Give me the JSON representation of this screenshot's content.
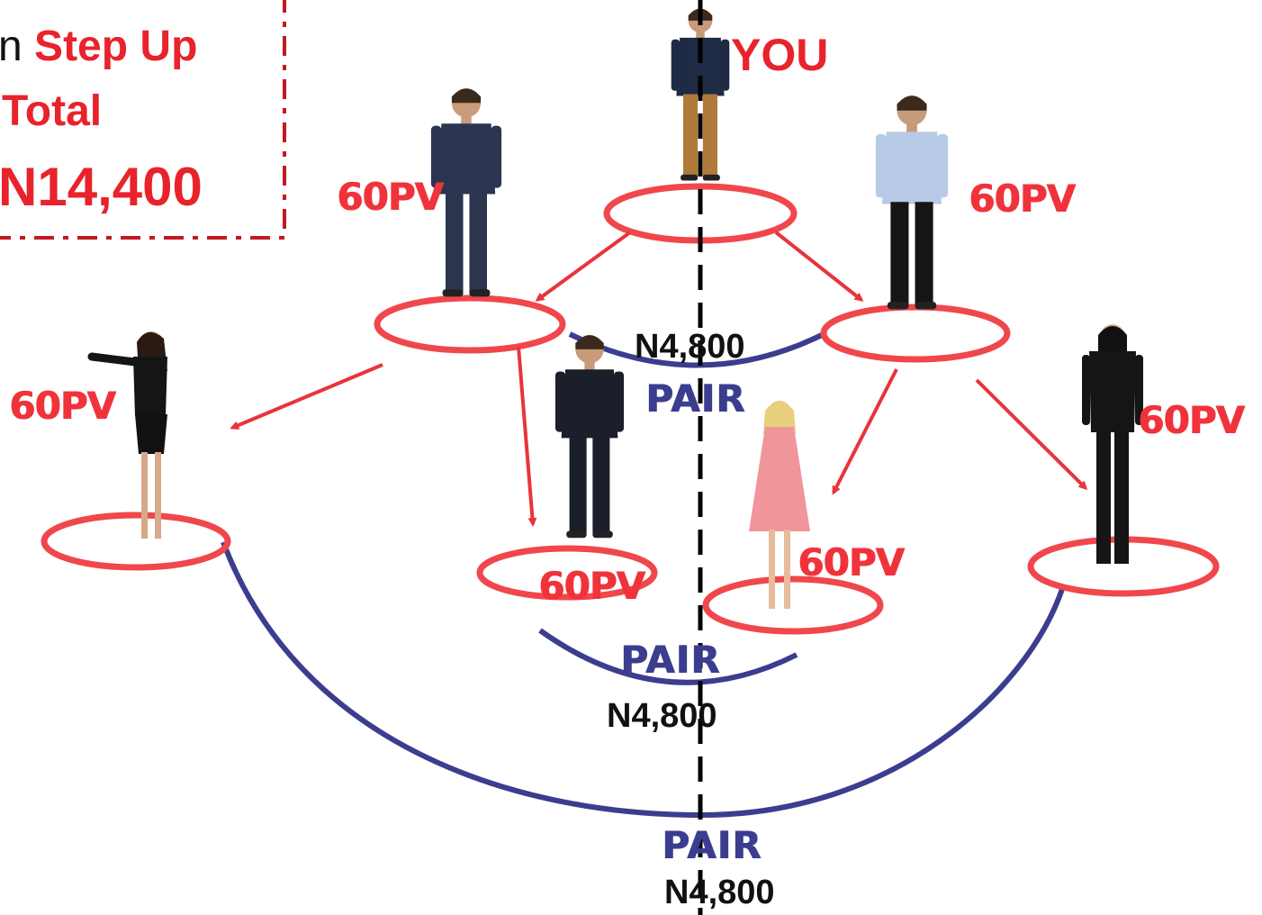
{
  "info_box": {
    "line1_prefix": "n",
    "line1_highlight": "Step Up",
    "line2": "Total",
    "line3": "N14,400"
  },
  "you_label": "YOU",
  "pv_labels": [
    "60PV",
    "60PV",
    "60PV",
    "60PV",
    "60PV",
    "60PV"
  ],
  "pairs": [
    {
      "pair_label": "PAIR",
      "amount": "N4,800"
    },
    {
      "pair_label": "PAIR",
      "amount": "N4,800"
    },
    {
      "pair_label": "PAIR",
      "amount": "N4,800"
    }
  ],
  "colors": {
    "ring": "#f0474c",
    "arrow": "#e8343a",
    "pair_arc": "#3b3d8f",
    "pv_text": "#f0333b",
    "pair_text": "#3b3d8f",
    "center_line": "#000000"
  },
  "icons": [
    "person-figure-icon"
  ]
}
